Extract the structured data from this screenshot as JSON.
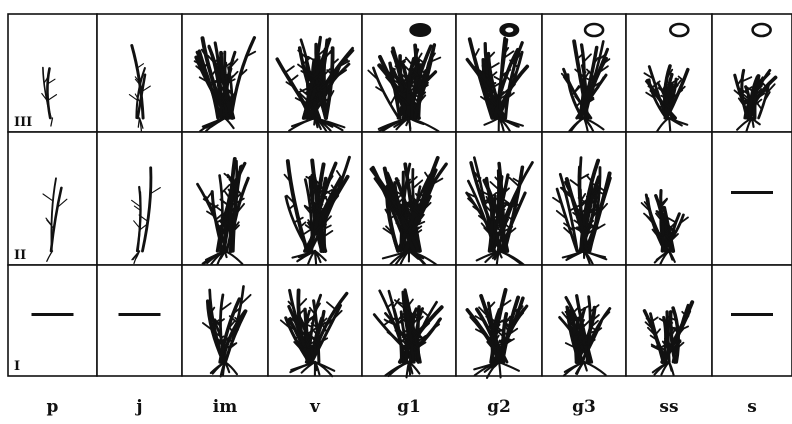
{
  "columns": [
    "p",
    "j",
    "im",
    "v",
    "g1",
    "g2",
    "g3",
    "ss",
    "s"
  ],
  "rows": [
    {
      "label": "III",
      "cells": [
        {
          "kind": "plant",
          "density": 2,
          "height": 0.8,
          "roots": 1,
          "tint": "light"
        },
        {
          "kind": "plant",
          "density": 3,
          "height": 0.8,
          "roots": 3,
          "tint": "light"
        },
        {
          "kind": "plant",
          "density": 14,
          "height": 0.85,
          "roots": 8,
          "tint": "dark"
        },
        {
          "kind": "plant",
          "density": 22,
          "height": 0.85,
          "roots": 10,
          "tint": "dark"
        },
        {
          "kind": "plant",
          "density": 24,
          "height": 0.8,
          "roots": 10,
          "tint": "dark",
          "mark": "filled-ellipse"
        },
        {
          "kind": "plant",
          "density": 14,
          "height": 0.85,
          "roots": 7,
          "tint": "dark",
          "mark": "filled-ring"
        },
        {
          "kind": "plant",
          "density": 10,
          "height": 0.8,
          "roots": 6,
          "tint": "dark",
          "mark": "ring"
        },
        {
          "kind": "plant",
          "density": 9,
          "height": 0.6,
          "roots": 4,
          "tint": "dark",
          "mark": "ring"
        },
        {
          "kind": "plant",
          "density": 10,
          "height": 0.55,
          "roots": 4,
          "tint": "dark",
          "mark": "ring"
        }
      ]
    },
    {
      "label": "II",
      "cells": [
        {
          "kind": "plant",
          "density": 2,
          "height": 0.75,
          "roots": 1,
          "tint": "light"
        },
        {
          "kind": "plant",
          "density": 3,
          "height": 0.8,
          "roots": 4,
          "tint": "light"
        },
        {
          "kind": "plant",
          "density": 12,
          "height": 0.85,
          "roots": 9,
          "tint": "dark"
        },
        {
          "kind": "plant",
          "density": 16,
          "height": 0.85,
          "roots": 9,
          "tint": "dark"
        },
        {
          "kind": "plant",
          "density": 22,
          "height": 0.85,
          "roots": 10,
          "tint": "dark"
        },
        {
          "kind": "plant",
          "density": 16,
          "height": 0.85,
          "roots": 8,
          "tint": "dark"
        },
        {
          "kind": "plant",
          "density": 14,
          "height": 0.85,
          "roots": 8,
          "tint": "dark"
        },
        {
          "kind": "plant",
          "density": 9,
          "height": 0.55,
          "roots": 5,
          "tint": "dark"
        },
        {
          "kind": "dash"
        }
      ]
    },
    {
      "label": "I",
      "cells": [
        {
          "kind": "dash"
        },
        {
          "kind": "dash"
        },
        {
          "kind": "plant",
          "density": 8,
          "height": 0.85,
          "roots": 6,
          "tint": "dark"
        },
        {
          "kind": "plant",
          "density": 14,
          "height": 0.85,
          "roots": 8,
          "tint": "dark"
        },
        {
          "kind": "plant",
          "density": 18,
          "height": 0.85,
          "roots": 8,
          "tint": "dark"
        },
        {
          "kind": "plant",
          "density": 14,
          "height": 0.85,
          "roots": 7,
          "tint": "dark"
        },
        {
          "kind": "plant",
          "density": 12,
          "height": 0.8,
          "roots": 6,
          "tint": "dark"
        },
        {
          "kind": "plant",
          "density": 10,
          "height": 0.7,
          "roots": 5,
          "tint": "dark"
        },
        {
          "kind": "dash"
        }
      ]
    }
  ]
}
